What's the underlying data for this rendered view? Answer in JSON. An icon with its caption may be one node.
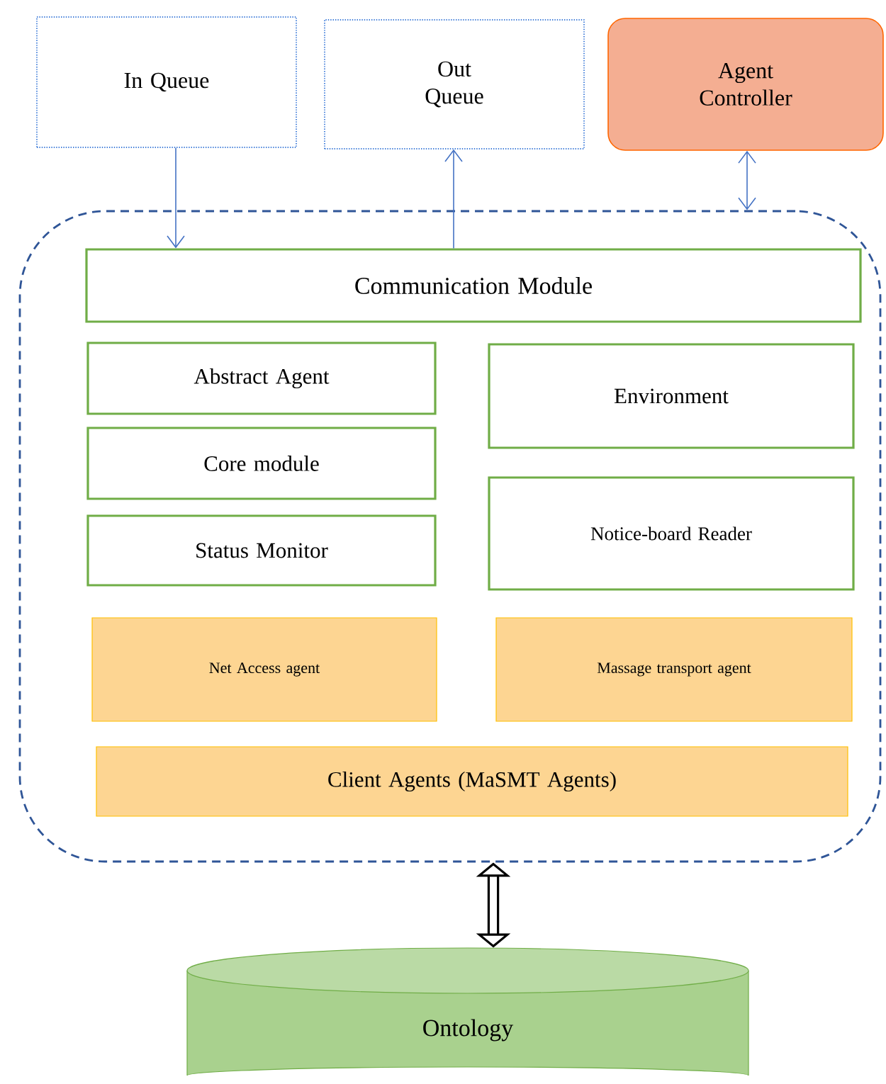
{
  "diagram": {
    "nodes": [
      {
        "text": [
          "In Queue"
        ]
      },
      {
        "text": [
          "Out Queue"
        ]
      },
      {
        "text": [
          "Agent Controller"
        ]
      },
      {
        "text": [],
        "shape": "box"
      },
      {
        "text": [
          "Communication Module"
        ],
        "in": 3
      },
      {
        "text": [
          "Abstract Agent"
        ],
        "in": 3
      },
      {
        "text": [
          "Environment"
        ],
        "in": 3
      },
      {
        "text": [
          "Core module"
        ],
        "in": 3
      },
      {
        "text": [
          "Notice-board Reader"
        ],
        "in": 3
      },
      {
        "text": [
          "Status Monitor"
        ],
        "in": 3
      },
      {
        "text": [
          "Net Access  agent"
        ],
        "in": 3
      },
      {
        "text": [
          "Massage transport agent"
        ],
        "in": 3
      },
      {
        "text": [
          "Client Agents (MaSMT Agents)"
        ],
        "in": 3
      },
      {
        "text": [
          "Ontology"
        ]
      }
    ],
    "edges": [
      {
        "from": 0,
        "to": 4,
        "arrow": "to"
      },
      {
        "from": 4,
        "to": 1,
        "arrow": "to"
      },
      {
        "from": 3,
        "to": 2,
        "arrow": "both"
      },
      {
        "from": 3,
        "to": 13,
        "arrow": "both",
        "style": "thick",
        "color": "#000000"
      }
    ]
  }
}
